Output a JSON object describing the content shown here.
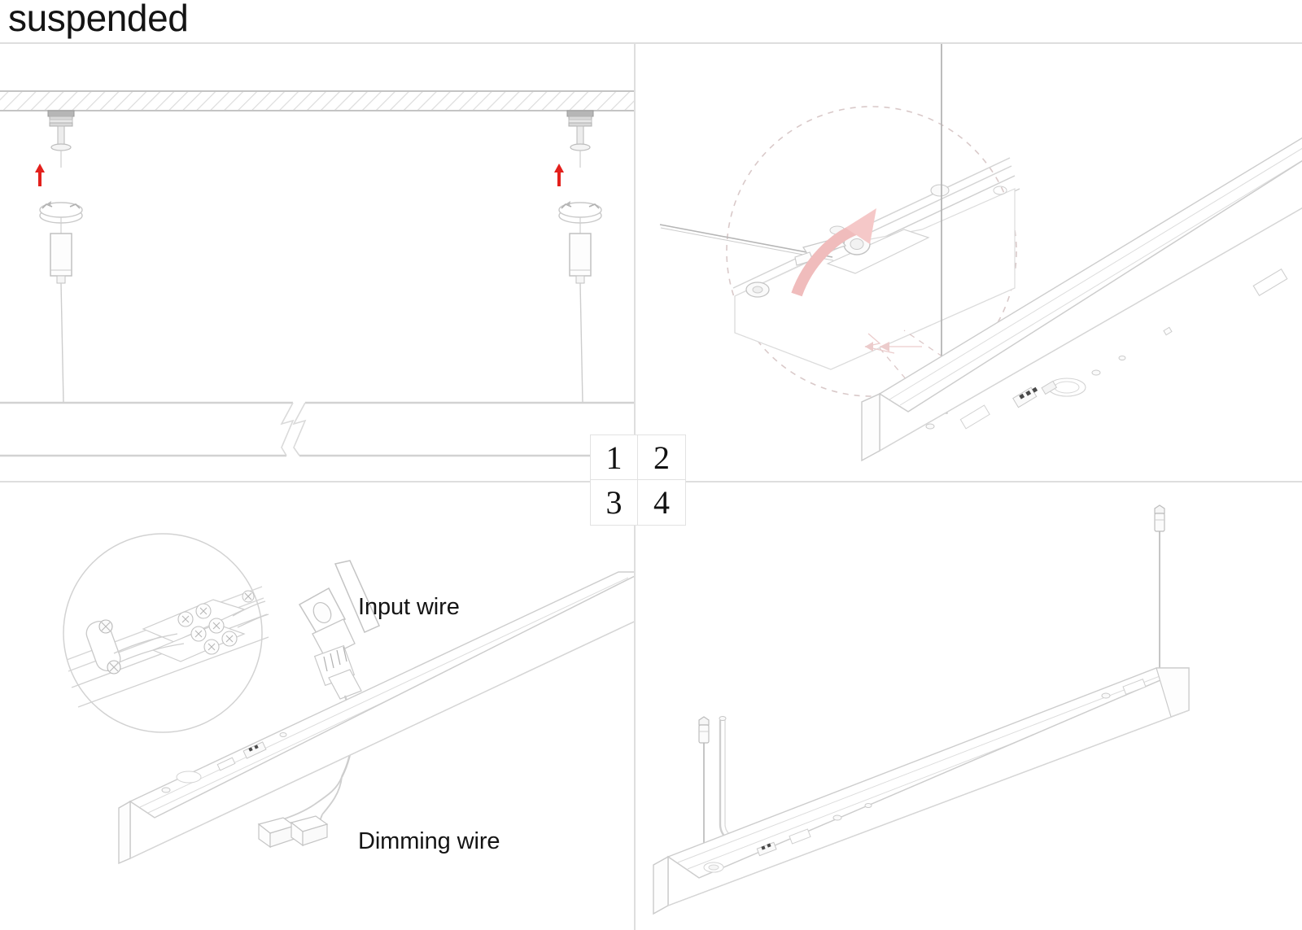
{
  "page": {
    "title": "suspended"
  },
  "panel_numbers": [
    {
      "id": "panel-1",
      "label": "1"
    },
    {
      "id": "panel-2",
      "label": "2"
    },
    {
      "id": "panel-3",
      "label": "3"
    },
    {
      "id": "panel-4",
      "label": "4"
    }
  ],
  "labels": {
    "input_wire": "Input wire",
    "dimming_wire": "Dimming wire"
  },
  "colors": {
    "line": "#c9c9c9",
    "line_dark": "#9a9a9a",
    "accent_red": "#e3201c",
    "accent_pink": "#f0bcbc",
    "divider": "#dedede",
    "text": "#141414",
    "hatch": "#dcdcdc"
  },
  "icons": {
    "up_arrow": "red-up-arrow-icon",
    "rotate_arrow": "rotation-arrow-icon",
    "break_symbol": "break-line-symbol",
    "magnifier_dashed": "dashed-callout-circle",
    "magnifier_solid": "solid-callout-circle",
    "curved_arrow": "curved-direction-arrow"
  },
  "panels": {
    "panel1": {
      "name": "ceiling-mount-elevation",
      "parts": [
        "ceiling-slab-hatched",
        "ceiling-anchor",
        "canopy-cover",
        "suspension-gripper",
        "suspension-cable",
        "fixture-profile",
        "break-symbol"
      ]
    },
    "panel2": {
      "name": "cable-attachment-isometric",
      "parts": [
        "callout-circle-dashed",
        "cable-gripper-detail",
        "curved-arrow",
        "leader-lines",
        "suspension-cable",
        "fixture-body-isometric"
      ]
    },
    "panel3": {
      "name": "wiring-connection-isometric",
      "parts": [
        "callout-circle-solid",
        "terminal-block-detail",
        "input-wire-connector",
        "dimming-wire-connectors",
        "fixture-body-isometric"
      ]
    },
    "panel4": {
      "name": "completed-installation-isometric",
      "parts": [
        "suspension-cable-left",
        "suspension-cable-right",
        "cable-terminal",
        "power-cable",
        "fixture-body-isometric"
      ]
    }
  }
}
